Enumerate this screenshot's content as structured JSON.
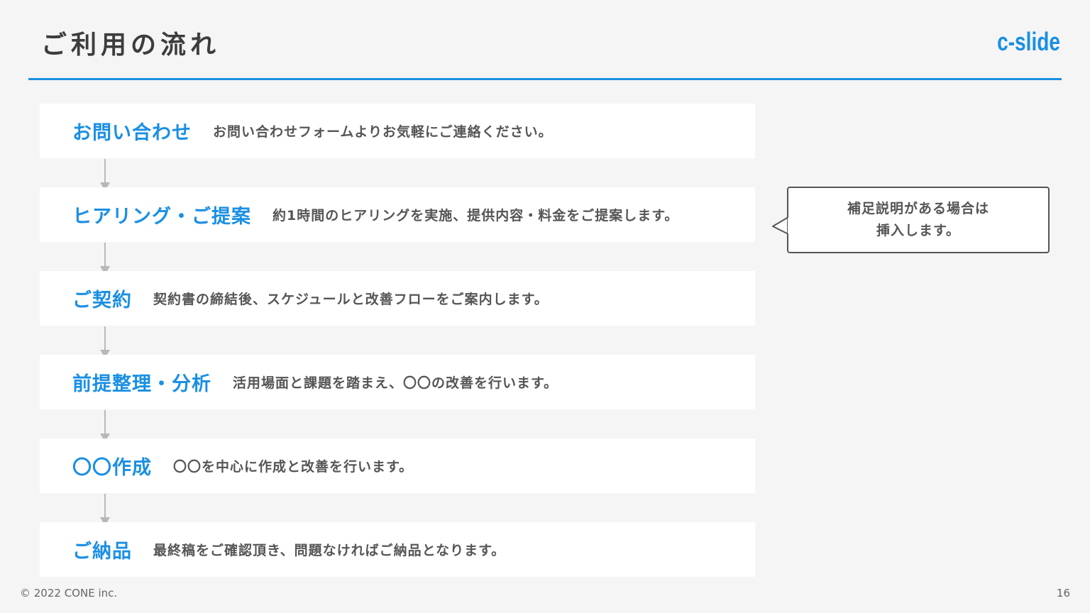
{
  "header": {
    "title": "ご利用の流れ",
    "brand": "c-slide",
    "accent_color": "#1a8fe3"
  },
  "steps": [
    {
      "title": "お問い合わせ",
      "description": "お問い合わせフォームよりお気軽にご連絡ください。"
    },
    {
      "title": "ヒアリング・ご提案",
      "description": "約1時間のヒアリングを実施、提供内容・料金をご提案します。"
    },
    {
      "title": "ご契約",
      "description": "契約書の締結後、スケジュールと改善フローをご案内します。"
    },
    {
      "title": "前提整理・分析",
      "description": "活用場面と課題を踏まえ、〇〇の改善を行います。"
    },
    {
      "title": "〇〇作成",
      "description": "〇〇を中心に作成と改善を行います。"
    },
    {
      "title": "ご納品",
      "description": "最終稿をご確認頂き、問題なければご納品となります。"
    }
  ],
  "callout": {
    "line1": "補足説明がある場合は",
    "line2": "挿入します。"
  },
  "footer": {
    "copyright": "© 2022 CONE inc.",
    "page_number": "16"
  }
}
